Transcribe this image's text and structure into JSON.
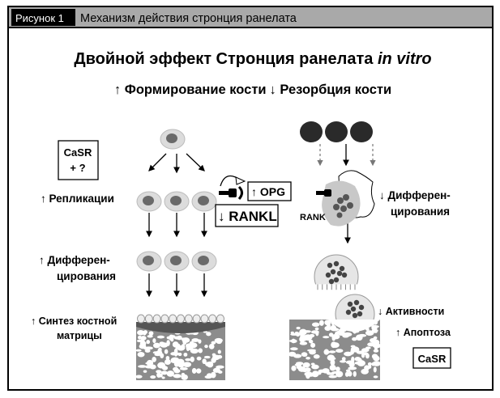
{
  "header": {
    "figure_label": "Рисунок 1",
    "title": "Механизм действия стронция ранелата"
  },
  "main_title": {
    "text": "Двойной эффект Стронция ранелата ",
    "italic": "in vitro"
  },
  "subtitle": {
    "formation": "↑ Формирование кости",
    "resorption": "↓ Резорбция кости"
  },
  "left": {
    "casr_box": [
      "CaSR",
      "+ ?"
    ],
    "replication": "↑ Репликации",
    "differentiation": [
      "↑  Дифферен-",
      "цирования"
    ],
    "synthesis": [
      "↑ Синтез костной",
      "матрицы"
    ]
  },
  "middle": {
    "opg": "↑ OPG",
    "rankl": "↓ RANKL"
  },
  "right": {
    "rank": "RANK",
    "differentiation": [
      "↓ Дифферен-",
      "цирования"
    ],
    "activity": "↓ Активности",
    "apoptosis": "↑ Апоптоза",
    "casr": "CaSR"
  },
  "colors": {
    "header_bg": "#a9a9a9",
    "cell_fill": "#dcdcdc",
    "nucleus": "#6a6a6a",
    "dark_cell": "#2a2a2a",
    "bone": "#8c8c8c"
  }
}
